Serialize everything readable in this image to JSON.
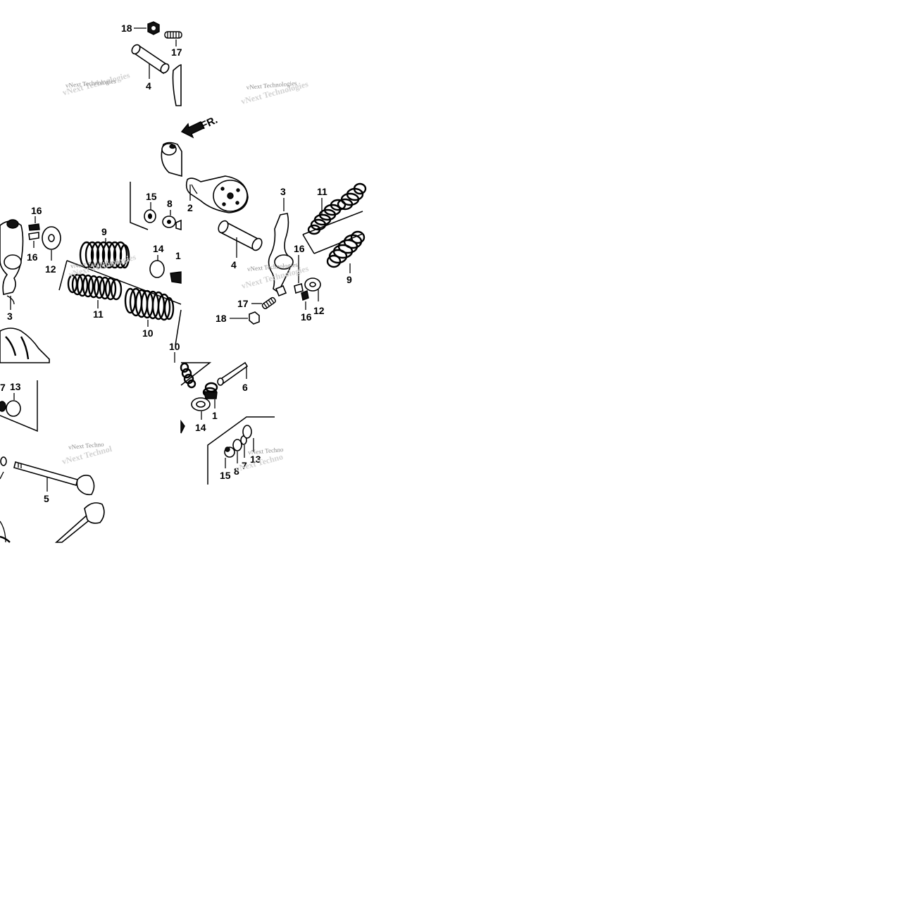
{
  "watermark": {
    "text": "vNext Technologies",
    "text_cut": "vNext Techno",
    "text_cut2": "vNext Technol"
  },
  "front_arrow_label": "FR.",
  "callouts": {
    "part_1": "1",
    "part_2": "2",
    "part_3": "3",
    "part_4": "4",
    "part_5": "5",
    "part_6": "6",
    "part_7": "7",
    "part_8": "8",
    "part_9": "9",
    "part_10": "10",
    "part_11": "11",
    "part_12": "12",
    "part_13": "13",
    "part_14": "14",
    "part_15": "15",
    "part_16": "16",
    "part_17": "17",
    "part_18": "18",
    "part_1_cut": "1"
  },
  "colors": {
    "ink": "#000000",
    "watermark": "#8a8a8a",
    "background": "#ffffff"
  }
}
